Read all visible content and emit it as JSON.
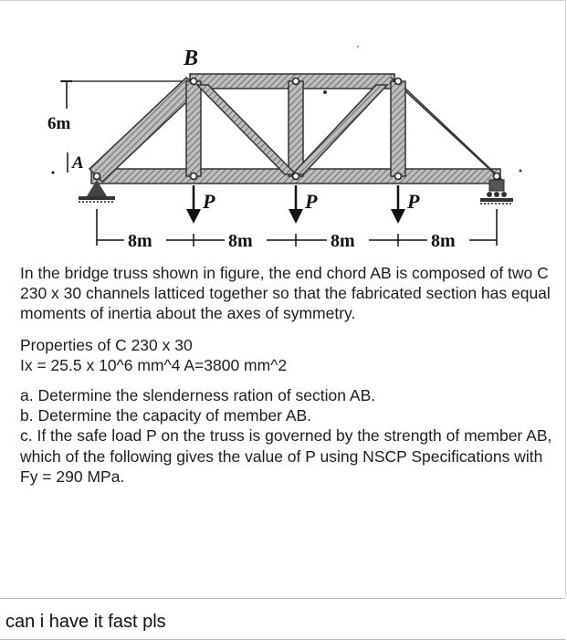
{
  "figure": {
    "node_labels": {
      "top_left": "B",
      "bottom_left": "A"
    },
    "height_label": "6m",
    "load_label": "P",
    "span_labels": [
      "8m",
      "8m",
      "8m",
      "8m"
    ]
  },
  "problem": {
    "intro": "In the bridge truss shown in figure, the end chord AB is composed of two C 230 x 30 channels latticed together so that the fabricated section has equal moments of inertia about the axes of symmetry.",
    "properties_title": "Properties of C 230 x 30",
    "properties_values": "Ix = 25.5 x 10^6 mm^4 A=3800 mm^2",
    "question_a": "a. Determine the slenderness ration of section AB.",
    "question_b": "b. Determine the capacity of member AB.",
    "question_c": "c. If the safe load P on the truss is governed by the strength of member AB, which of the following gives the value of P using NSCP Specifications with Fy = 290 MPa."
  },
  "comment": {
    "text": "can i have it fast pls"
  }
}
